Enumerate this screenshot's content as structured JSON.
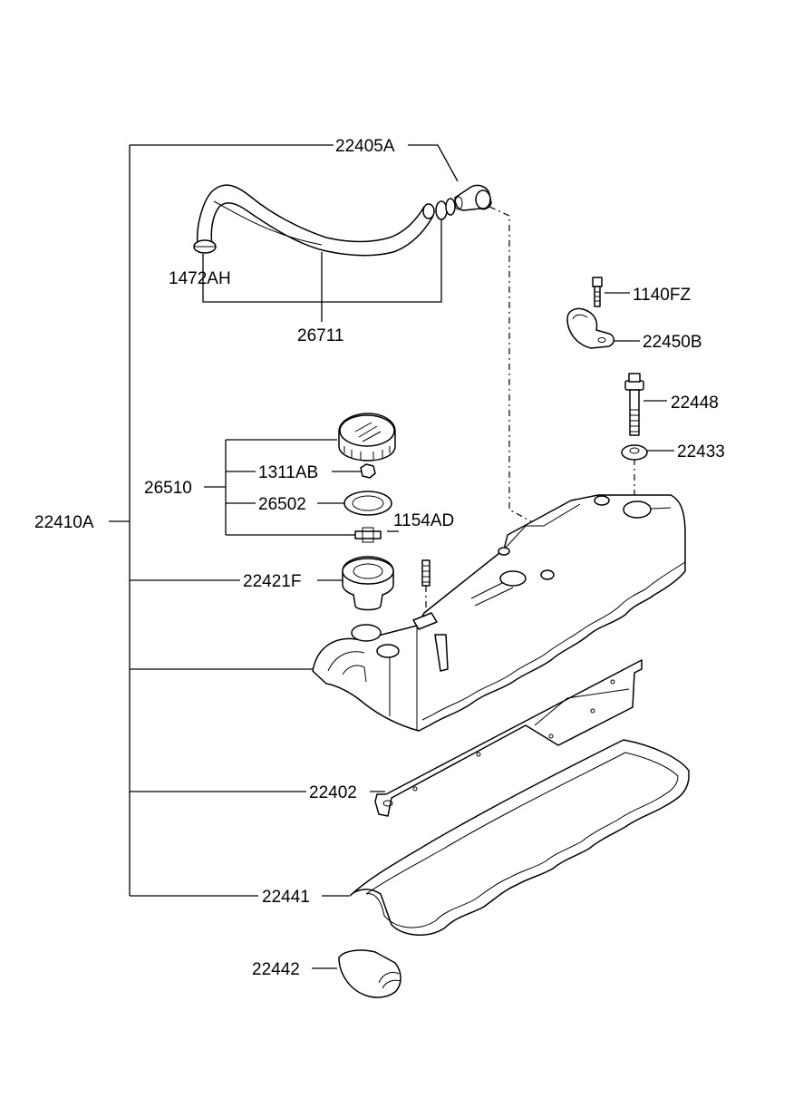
{
  "diagram": {
    "labels": {
      "p22405A": "22405A",
      "p1472AH": "1472AH",
      "p26711": "26711",
      "p1140FZ": "1140FZ",
      "p22450B": "22450B",
      "p22448": "22448",
      "p22433": "22433",
      "p26510": "26510",
      "p1311AB": "1311AB",
      "p26502": "26502",
      "p1154AD": "1154AD",
      "p22410A": "22410A",
      "p22421F": "22421F",
      "p22402": "22402",
      "p22441": "22441",
      "p22442": "22442"
    }
  }
}
